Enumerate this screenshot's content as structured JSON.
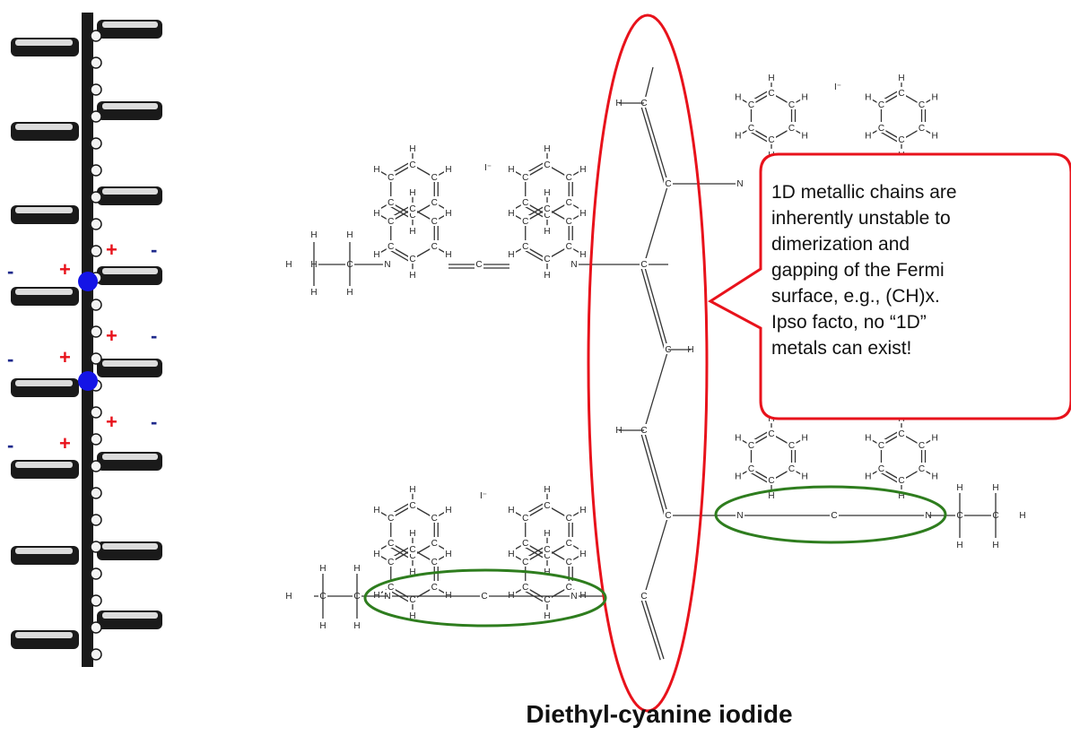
{
  "caption": "Diethyl-cyanine iodide",
  "callout_lines": [
    "1D metallic chains are",
    "inherently unstable to",
    "dimerization  and",
    "gapping  of the Fermi",
    "surface, e.g., (CH)x.",
    "Ipso facto, no “1D”",
    "metals can exist!"
  ],
  "atom_labels": {
    "hydrogen": "H",
    "carbon": "C",
    "nitrogen": "N",
    "counter_ion": "I⁻"
  },
  "charge_symbols": {
    "positive": "+",
    "negative": "-"
  },
  "colors": {
    "callout_border": "#e8121b",
    "chain_ellipse": "#e8121b",
    "highlight_ellipse": "#2e7d1e",
    "positive_charge": "#e8121b",
    "negative_charge": "#1f2a8c",
    "dipole_dot": "#1414e6",
    "stack_ink": "#1a1a1a"
  }
}
